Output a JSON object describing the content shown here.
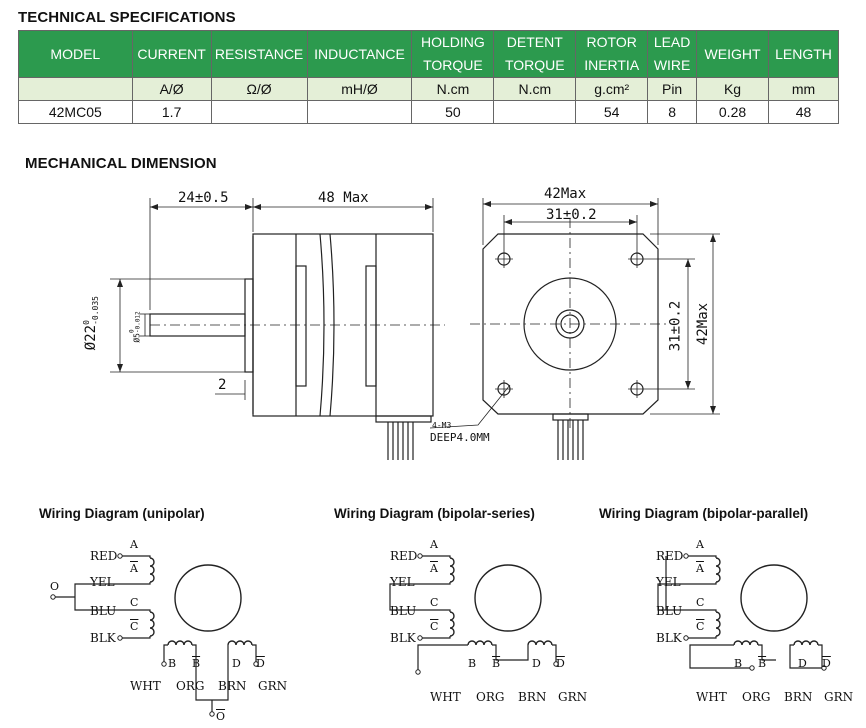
{
  "sections": {
    "tech_title": "TECHNICAL SPECIFICATIONS",
    "mech_title": "MECHANICAL DIMENSION"
  },
  "table": {
    "headers": [
      [
        "MODEL"
      ],
      [
        "CURRENT"
      ],
      [
        "RESISTANCE"
      ],
      [
        "INDUCTANCE"
      ],
      [
        "HOLDING",
        "TORQUE"
      ],
      [
        "DETENT",
        "TORQUE"
      ],
      [
        "ROTOR",
        "INERTIA"
      ],
      [
        "LEAD",
        "WIRE"
      ],
      [
        "WEIGHT"
      ],
      [
        "LENGTH"
      ]
    ],
    "units": [
      "",
      "A/Ø",
      "Ω/Ø",
      "mH/Ø",
      "N.cm",
      "N.cm",
      "g.cm²",
      "Pin",
      "Kg",
      "mm"
    ],
    "row": [
      "42MC05",
      "1.7",
      "",
      "",
      "50",
      "",
      "54",
      "8",
      "0.28",
      "48"
    ]
  },
  "dimensions": {
    "shaft_len": "24±0.5",
    "body_len": "48 Max",
    "flange_width": "42Max",
    "hole_spacing": "31±0.2",
    "hole_spacing_v": "31±0.2",
    "flange_height": "42Max",
    "pilot_dia": "Ø22",
    "pilot_tol_upper": "0",
    "pilot_tol_lower": "-0.035",
    "shaft_dia": "Ø5",
    "shaft_tol_upper": "0",
    "shaft_tol_lower": "-0.012",
    "flange_thk": "2",
    "holes": "4-M3",
    "hole_depth": "DEEP4.0MM"
  },
  "wiring": {
    "unipolar": {
      "title": "Wiring Diagram (unipolar)",
      "labels": {
        "red": "RED",
        "yel": "YEL",
        "blu": "BLU",
        "blk": "BLK",
        "wht": "WHT",
        "org": "ORG",
        "brn": "BRN",
        "grn": "GRN",
        "a": "A",
        "abar": "A",
        "c": "C",
        "cbar": "C",
        "b": "B",
        "bbar": "B",
        "d": "D",
        "dbar": "D",
        "o": "O",
        "obar": "O"
      }
    },
    "series": {
      "title": "Wiring Diagram (bipolar-series)",
      "labels": {
        "red": "RED",
        "yel": "YEL",
        "blu": "BLU",
        "blk": "BLK",
        "wht": "WHT",
        "org": "ORG",
        "brn": "BRN",
        "grn": "GRN",
        "a": "A",
        "abar": "A",
        "c": "C",
        "cbar": "C",
        "b": "B",
        "bbar": "B",
        "d": "D",
        "dbar": "D"
      }
    },
    "parallel": {
      "title": "Wiring Diagram (bipolar-parallel)",
      "labels": {
        "red": "RED",
        "yel": "YEL",
        "blu": "BLU",
        "blk": "BLK",
        "wht": "WHT",
        "org": "ORG",
        "brn": "BRN",
        "grn": "GRN",
        "a": "A",
        "abar": "A",
        "c": "C",
        "cbar": "C",
        "b": "B",
        "bbar": "B",
        "d": "D",
        "dbar": "D"
      }
    }
  }
}
